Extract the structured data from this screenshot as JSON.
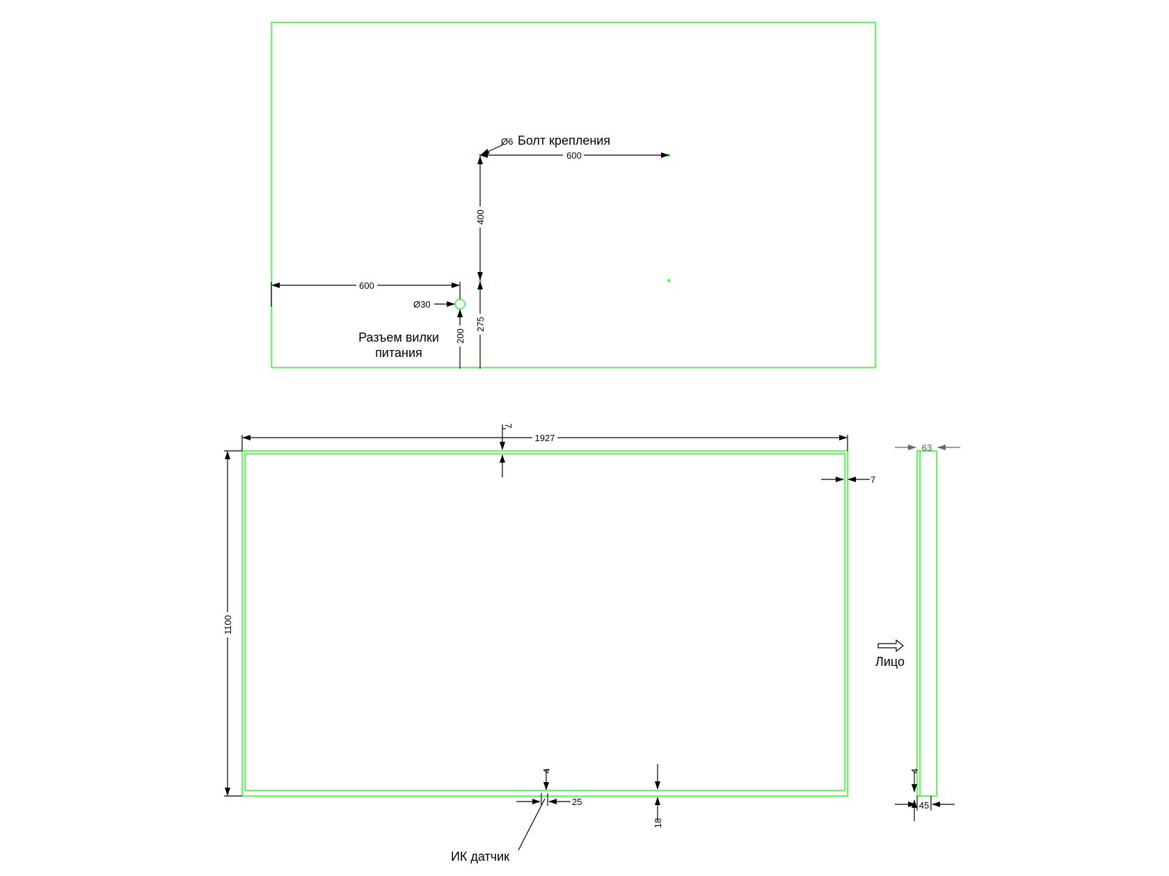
{
  "colors": {
    "outline": "#33ff33",
    "dimension": "#000000",
    "background": "#ffffff"
  },
  "back_view": {
    "bolt_label": "Болт крепления",
    "bolt_diameter": "Ø6",
    "socket_label_line1": "Разъем вилки",
    "socket_label_line2": "питания",
    "socket_diameter": "Ø30",
    "dim_bolt_spacing": "600",
    "dim_bolt_vertical": "400",
    "dim_left_to_socket": "600",
    "dim_socket_height": "200",
    "dim_bolt_height": "275"
  },
  "front_view": {
    "dim_width": "1927",
    "dim_height": "1100",
    "dim_top_frame": "7",
    "dim_right_frame": "7",
    "dim_sensor_offset": "4",
    "dim_sensor_width": "25",
    "dim_bottom_frame": "18",
    "sensor_label": "ИК датчик"
  },
  "side_view": {
    "dim_depth": "63",
    "dim_bottom_depth": "45",
    "dim_bottom_offset": "4",
    "face_label": "Лицо",
    "face_arrow_icon": "outline-right-arrow"
  }
}
